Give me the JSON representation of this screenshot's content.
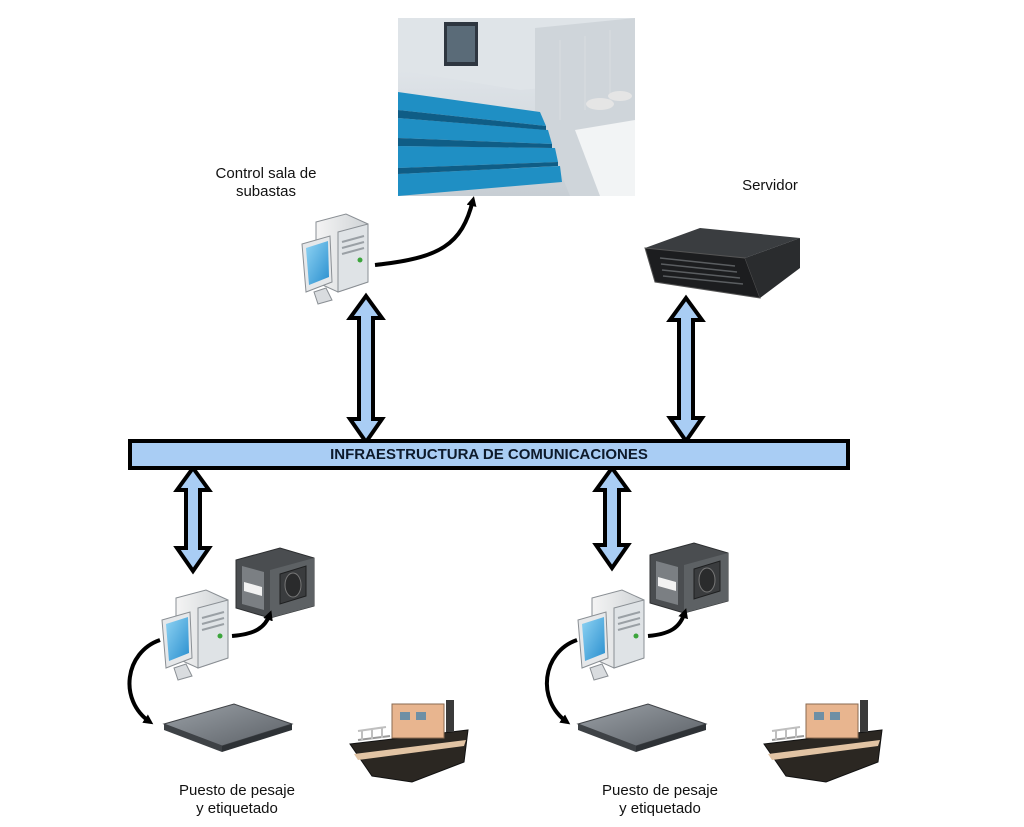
{
  "control": {
    "line1": "Control sala de",
    "line2": "subastas"
  },
  "server": {
    "label": "Servidor"
  },
  "bus": {
    "label": "INFRAESTRUCTURA DE COMUNICACIONES"
  },
  "stations": [
    {
      "line1": "Puesto de pesaje",
      "line2": "y etiquetado"
    },
    {
      "line1": "Puesto de pesaje",
      "line2": "y etiquetado"
    }
  ],
  "colors": {
    "bus_fill": "#a9cdf4",
    "arrow_fill": "#a9cdf4",
    "outline": "#000000",
    "seat_blue": "#1f8fc4",
    "boat_cabin": "#e8b58f",
    "boat_hull": "#2b2722"
  },
  "icons": [
    "auction-room-photo",
    "workstation-icon",
    "server-icon",
    "printer-icon",
    "scale-icon",
    "boat-icon"
  ]
}
